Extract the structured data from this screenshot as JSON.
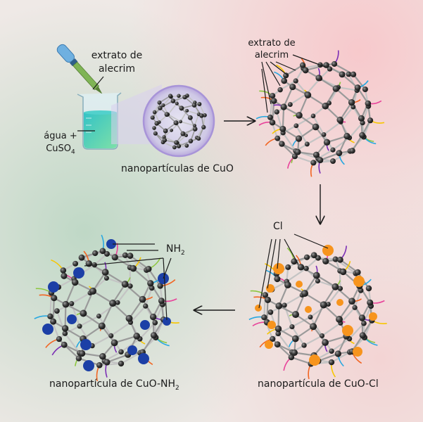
{
  "labels": {
    "extract_top_left": [
      "extrato de",
      "alecrim"
    ],
    "water_label": "água +",
    "copper_sulfate": {
      "main": "CuSO",
      "sub": "4"
    },
    "cuo_nano": "nanopartículas de CuO",
    "extract_top_right": [
      "extrato de",
      "alecrim"
    ],
    "cl_label": "Cl",
    "nh2_label": {
      "main": "NH",
      "sub": "2"
    },
    "cuo_cl_nano": "nanopartícula de CuO-Cl",
    "cuo_nh2_nano": {
      "main": "nanopartícula de CuO-NH",
      "sub": "2"
    }
  },
  "colors": {
    "chlorine": "#f7941d",
    "amine": "#1c3fa6",
    "beaker_liquid": "#2ec4c0",
    "dropper": "#5aa0d8",
    "node": "#3a3a3a",
    "ligand_colors": [
      "#7b2fb5",
      "#e8439a",
      "#f26522",
      "#29a8e0",
      "#8dc63f",
      "#f7c600"
    ]
  }
}
